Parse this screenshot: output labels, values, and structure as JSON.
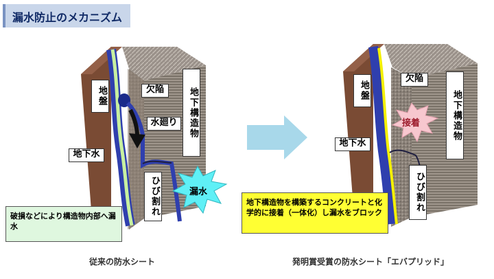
{
  "title": "漏水防止のメカニズム",
  "left": {
    "ground": "地盤",
    "defect": "欠陥",
    "water_around": "水廻り",
    "groundwater": "地下水",
    "underground_structure": "地下構造物",
    "crack": "ひび割れ",
    "leak": "漏水",
    "note": "破損などにより構造物内部へ漏水",
    "caption": "従来の防水シート"
  },
  "right": {
    "ground": "地盤",
    "defect": "欠陥",
    "bond": "接着",
    "groundwater": "地下水",
    "underground_structure": "地下構造物",
    "crack": "ひび割れ",
    "note": "地下構造物を構築するコンクリートと化学的に接着（一体化）し漏水をブロック",
    "caption": "発明賞受賞の防水シート「エバプリッド」"
  },
  "colors": {
    "soil": "#7a4b34",
    "concrete": "#8d847a",
    "sheet_blue": "#2f3fae",
    "sheet_green": "#c8f0a0",
    "sheet_yellow": "#f4f000",
    "arrow": "#a8d8ea",
    "leak_burst": "#5ff0f6",
    "bond_burst": "#f7c7cf",
    "note_left_bg": "#dff7df",
    "note_right_bg": "#ffff33"
  },
  "icons": [
    "right-arrow-icon",
    "water-flow-arrow-icon",
    "leak-burst-icon",
    "bond-burst-icon"
  ]
}
